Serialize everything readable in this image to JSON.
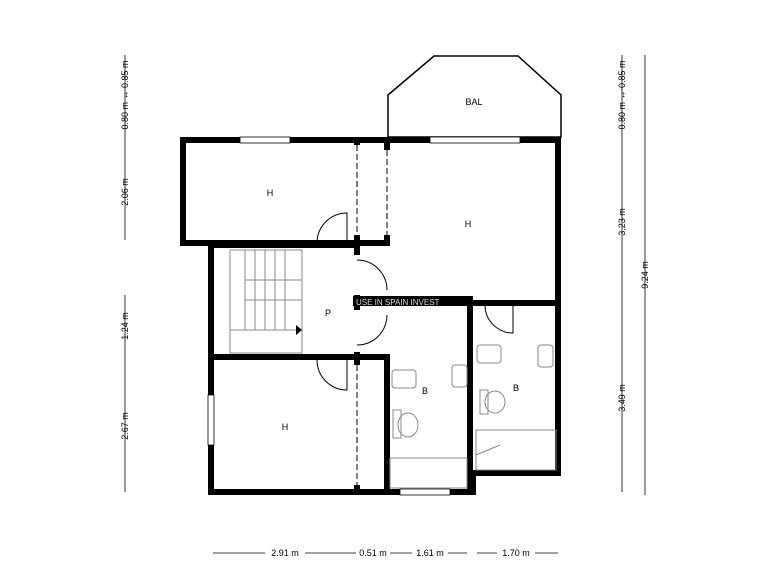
{
  "rooms": {
    "top_left": "H",
    "top_right": "H",
    "balcony": "BAL",
    "hall": "P",
    "bottom_left": "H",
    "bath1": "B",
    "bath2": "B"
  },
  "watermark": "USE IN SPAIN INVEST",
  "dims": {
    "left": [
      "0.80 m ↔ 0.85 m",
      "2.06 m",
      "1.24 m",
      "2.67 m"
    ],
    "right": [
      "0.80 m ↔ 0.85 m",
      "3.23 m",
      "3.49 m"
    ],
    "total_right": "9.24 m",
    "bottom": [
      "2.91 m",
      "0.51 m",
      "1.61 m",
      "1.70 m"
    ]
  }
}
